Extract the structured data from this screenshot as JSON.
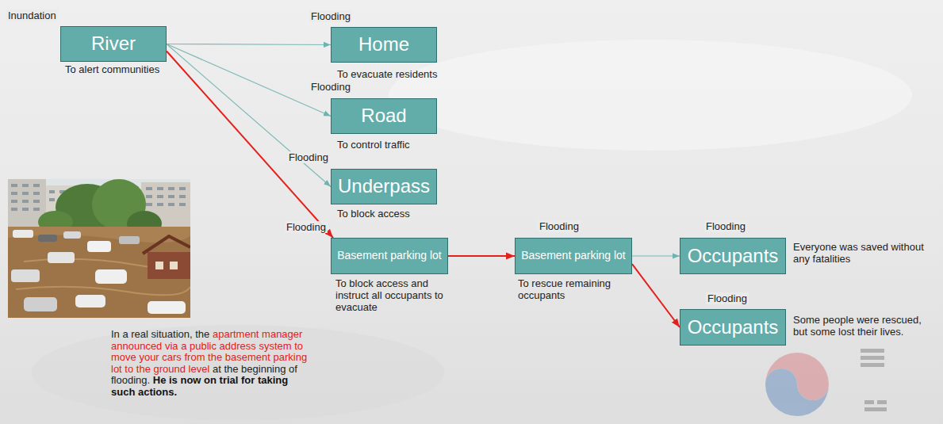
{
  "diagram": {
    "nodes": [
      {
        "text": [
          "Inundation",
          "River",
          "To alert communities"
        ]
      },
      {
        "text": [
          "Flooding",
          "Home",
          "To evacuate residents"
        ]
      },
      {
        "text": [
          "Flooding",
          "Road",
          "To control traffic"
        ]
      },
      {
        "text": [
          "Flooding",
          "Underpass",
          "To block access"
        ]
      },
      {
        "text": [
          "Flooding",
          "Basement parking lot",
          "To block access and instruct all occupants to evacuate"
        ]
      },
      {
        "text": [
          "Flooding",
          "Basement parking lot",
          "To rescue remaining occupants"
        ]
      },
      {
        "text": [
          "Flooding",
          "Occupants",
          "Everyone was saved without any fatalities"
        ]
      },
      {
        "text": [
          "Flooding",
          "Occupants",
          "Some people were rescued, but some lost their lives."
        ]
      }
    ],
    "edges": [
      {
        "from": 0,
        "to": 1,
        "arrow": "to"
      },
      {
        "from": 0,
        "to": 2,
        "arrow": "to"
      },
      {
        "from": 0,
        "to": 3,
        "arrow": "to"
      },
      {
        "from": 0,
        "to": 4,
        "arrow": "to"
      },
      {
        "from": 4,
        "to": 5,
        "arrow": "to"
      },
      {
        "from": 5,
        "to": 6,
        "arrow": "to"
      },
      {
        "from": 5,
        "to": 7,
        "arrow": "to"
      }
    ],
    "labels": [
      "In a real situation, the",
      "apartment manager announced via a public address system to move your cars from the basement parking lot to the ground level",
      "at the beginning of flooding.",
      "He is now on trial for taking such actions."
    ]
  }
}
